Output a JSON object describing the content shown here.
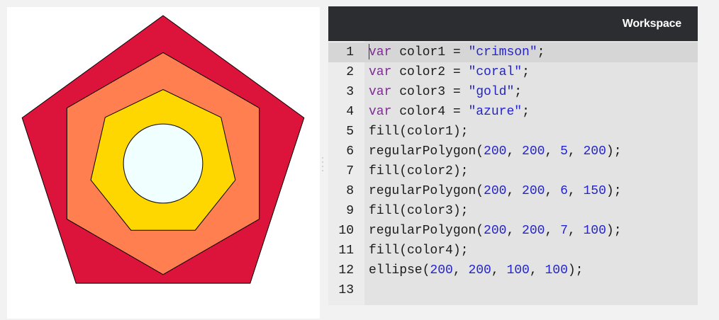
{
  "header": {
    "title": "Workspace"
  },
  "canvas": {
    "shapes": [
      {
        "name": "pentagon",
        "sides": 5,
        "radius": 200,
        "fill": "crimson",
        "fill_hex": "#dc143c"
      },
      {
        "name": "hexagon",
        "sides": 6,
        "radius": 150,
        "fill": "coral",
        "fill_hex": "#ff7f50"
      },
      {
        "name": "heptagon",
        "sides": 7,
        "radius": 100,
        "fill": "gold",
        "fill_hex": "#ffd700"
      },
      {
        "name": "circle",
        "diameter": 100,
        "fill": "azure",
        "fill_hex": "#f0ffff"
      }
    ],
    "stroke_color": "#000000"
  },
  "editor": {
    "cursor_line": 1,
    "lines": [
      {
        "number": "1",
        "tokens": [
          {
            "text": "var",
            "type": "keyword"
          },
          {
            "text": " color1 = ",
            "type": "plain"
          },
          {
            "text": "\"crimson\"",
            "type": "string"
          },
          {
            "text": ";",
            "type": "plain"
          }
        ]
      },
      {
        "number": "2",
        "tokens": [
          {
            "text": "var",
            "type": "keyword"
          },
          {
            "text": " color2 = ",
            "type": "plain"
          },
          {
            "text": "\"coral\"",
            "type": "string"
          },
          {
            "text": ";",
            "type": "plain"
          }
        ]
      },
      {
        "number": "3",
        "tokens": [
          {
            "text": "var",
            "type": "keyword"
          },
          {
            "text": " color3 = ",
            "type": "plain"
          },
          {
            "text": "\"gold\"",
            "type": "string"
          },
          {
            "text": ";",
            "type": "plain"
          }
        ]
      },
      {
        "number": "4",
        "tokens": [
          {
            "text": "var",
            "type": "keyword"
          },
          {
            "text": " color4 = ",
            "type": "plain"
          },
          {
            "text": "\"azure\"",
            "type": "string"
          },
          {
            "text": ";",
            "type": "plain"
          }
        ]
      },
      {
        "number": "5",
        "tokens": [
          {
            "text": "fill(color1);",
            "type": "plain"
          }
        ]
      },
      {
        "number": "6",
        "tokens": [
          {
            "text": "regularPolygon(",
            "type": "plain"
          },
          {
            "text": "200",
            "type": "number"
          },
          {
            "text": ", ",
            "type": "plain"
          },
          {
            "text": "200",
            "type": "number"
          },
          {
            "text": ", ",
            "type": "plain"
          },
          {
            "text": "5",
            "type": "number"
          },
          {
            "text": ", ",
            "type": "plain"
          },
          {
            "text": "200",
            "type": "number"
          },
          {
            "text": ");",
            "type": "plain"
          }
        ]
      },
      {
        "number": "7",
        "tokens": [
          {
            "text": "fill(color2);",
            "type": "plain"
          }
        ]
      },
      {
        "number": "8",
        "tokens": [
          {
            "text": "regularPolygon(",
            "type": "plain"
          },
          {
            "text": "200",
            "type": "number"
          },
          {
            "text": ", ",
            "type": "plain"
          },
          {
            "text": "200",
            "type": "number"
          },
          {
            "text": ", ",
            "type": "plain"
          },
          {
            "text": "6",
            "type": "number"
          },
          {
            "text": ", ",
            "type": "plain"
          },
          {
            "text": "150",
            "type": "number"
          },
          {
            "text": ");",
            "type": "plain"
          }
        ]
      },
      {
        "number": "9",
        "tokens": [
          {
            "text": "fill(color3);",
            "type": "plain"
          }
        ]
      },
      {
        "number": "10",
        "tokens": [
          {
            "text": "regularPolygon(",
            "type": "plain"
          },
          {
            "text": "200",
            "type": "number"
          },
          {
            "text": ", ",
            "type": "plain"
          },
          {
            "text": "200",
            "type": "number"
          },
          {
            "text": ", ",
            "type": "plain"
          },
          {
            "text": "7",
            "type": "number"
          },
          {
            "text": ", ",
            "type": "plain"
          },
          {
            "text": "100",
            "type": "number"
          },
          {
            "text": ");",
            "type": "plain"
          }
        ]
      },
      {
        "number": "11",
        "tokens": [
          {
            "text": "fill(color4);",
            "type": "plain"
          }
        ]
      },
      {
        "number": "12",
        "tokens": [
          {
            "text": "ellipse(",
            "type": "plain"
          },
          {
            "text": "200",
            "type": "number"
          },
          {
            "text": ", ",
            "type": "plain"
          },
          {
            "text": "200",
            "type": "number"
          },
          {
            "text": ", ",
            "type": "plain"
          },
          {
            "text": "100",
            "type": "number"
          },
          {
            "text": ", ",
            "type": "plain"
          },
          {
            "text": "100",
            "type": "number"
          },
          {
            "text": ");",
            "type": "plain"
          }
        ]
      },
      {
        "number": "13",
        "tokens": []
      }
    ]
  }
}
